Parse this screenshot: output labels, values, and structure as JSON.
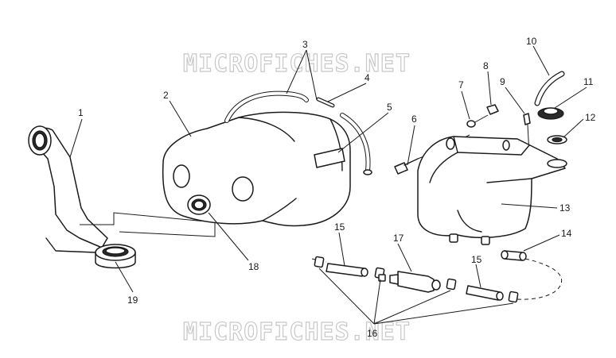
{
  "watermark": "MICROFICHES.NET",
  "callouts": [
    "1",
    "2",
    "3",
    "4",
    "5",
    "6",
    "7",
    "8",
    "9",
    "10",
    "11",
    "12",
    "13",
    "14",
    "15",
    "16",
    "17",
    "18",
    "19"
  ],
  "colors": {
    "ink": "#1a1a1a",
    "watermark": "#c8c8c8",
    "background": "#ffffff"
  }
}
